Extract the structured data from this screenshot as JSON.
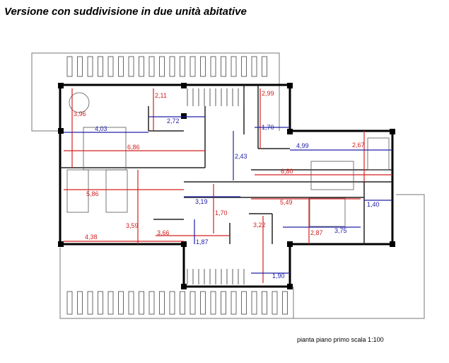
{
  "title": "Versione con suddivisione in due unità abitative",
  "caption": "pianta piano primo scala 1:100",
  "colors": {
    "red_dimension": "#d42020",
    "blue_dimension": "#2020a8",
    "wall": "#000000",
    "outline": "#777777"
  },
  "dimensions": {
    "red": [
      "3,96",
      "2,11",
      "6,86",
      "5,86",
      "3,59",
      "4,38",
      "3,66",
      "1,70",
      "2,99",
      "2,67",
      "6,80",
      "5,49",
      "3,22",
      "2,87"
    ],
    "blue": [
      "4,03",
      "2,72",
      "2,43",
      "3,19",
      "1,87",
      "1,70",
      "4,99",
      "1,40",
      "3,75",
      "1,90"
    ]
  }
}
